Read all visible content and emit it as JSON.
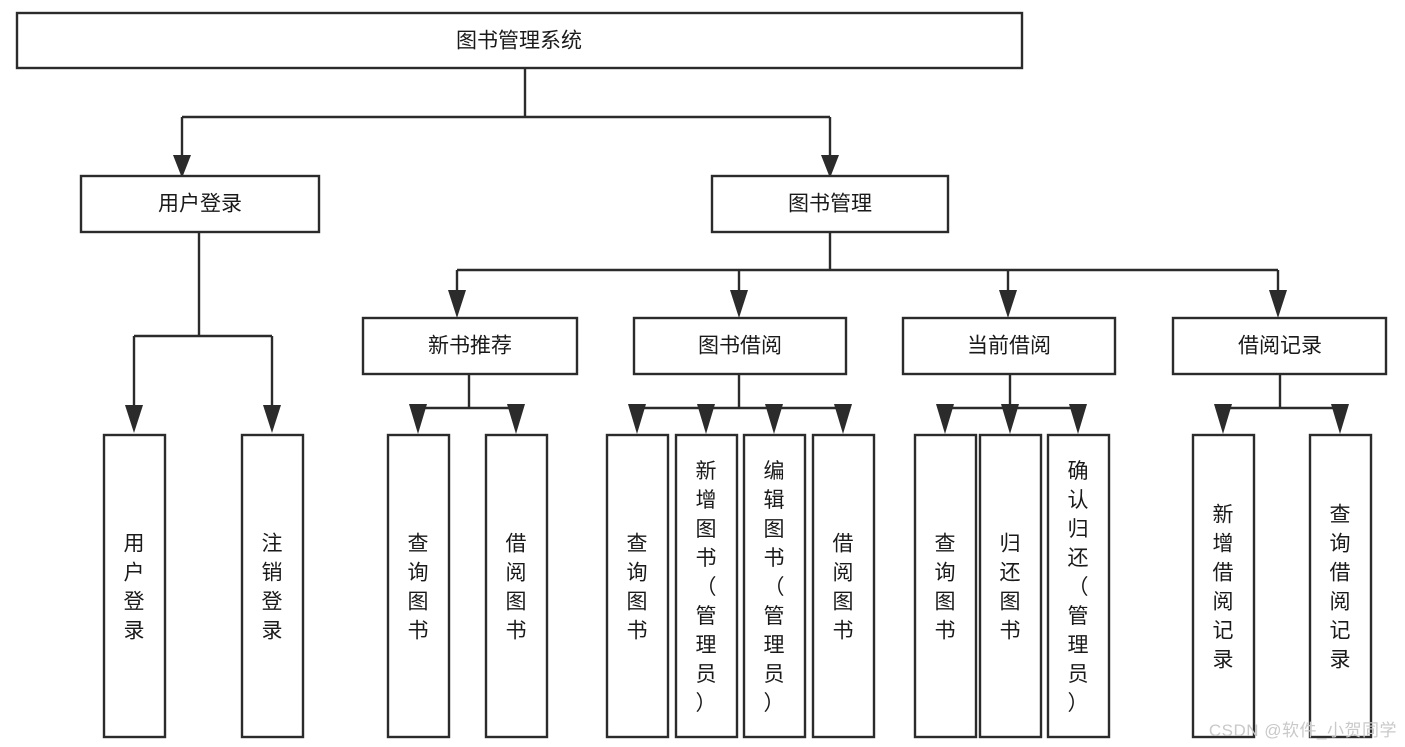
{
  "diagram": {
    "type": "tree-hierarchy-chart",
    "title": "图书管理系统",
    "watermark": "CSDN @软件_小贺同学",
    "colors": {
      "stroke": "#2b2b2b",
      "fill": "#ffffff",
      "text": "#1a1a1a",
      "watermark": "#c9c9c9"
    },
    "nodes": {
      "root": {
        "label": "图书管理系统",
        "level": 1
      },
      "user_login": {
        "label": "用户登录",
        "level": 2
      },
      "book_manage": {
        "label": "图书管理",
        "level": 2
      },
      "new_book_rec": {
        "label": "新书推荐",
        "level": 3
      },
      "book_borrow": {
        "label": "图书借阅",
        "level": 3
      },
      "current_borrow": {
        "label": "当前借阅",
        "level": 3
      },
      "borrow_record": {
        "label": "借阅记录",
        "level": 3
      },
      "leaf_user_login": {
        "label": "用户登录",
        "level": 3
      },
      "leaf_logout": {
        "label": "注销登录",
        "level": 3
      },
      "leaf_query_book_1": {
        "label": "查询图书",
        "level": 4
      },
      "leaf_borrow_book_1": {
        "label": "借阅图书",
        "level": 4
      },
      "leaf_query_book_2": {
        "label": "查询图书",
        "level": 4
      },
      "leaf_add_book": {
        "label": "新增图书（管理员）",
        "level": 4
      },
      "leaf_edit_book": {
        "label": "编辑图书（管理员）",
        "level": 4
      },
      "leaf_borrow_book_2": {
        "label": "借阅图书",
        "level": 4
      },
      "leaf_query_book_3": {
        "label": "查询图书",
        "level": 4
      },
      "leaf_return_book": {
        "label": "归还图书",
        "level": 4
      },
      "leaf_confirm_return": {
        "label": "确认归还（管理员）",
        "level": 4
      },
      "leaf_add_record": {
        "label": "新增借阅记录",
        "level": 4
      },
      "leaf_query_record": {
        "label": "查询借阅记录",
        "level": 4
      }
    },
    "edges": [
      {
        "from": "root",
        "to": "user_login"
      },
      {
        "from": "root",
        "to": "book_manage"
      },
      {
        "from": "user_login",
        "to": "leaf_user_login"
      },
      {
        "from": "user_login",
        "to": "leaf_logout"
      },
      {
        "from": "book_manage",
        "to": "new_book_rec"
      },
      {
        "from": "book_manage",
        "to": "book_borrow"
      },
      {
        "from": "book_manage",
        "to": "current_borrow"
      },
      {
        "from": "book_manage",
        "to": "borrow_record"
      },
      {
        "from": "new_book_rec",
        "to": "leaf_query_book_1"
      },
      {
        "from": "new_book_rec",
        "to": "leaf_borrow_book_1"
      },
      {
        "from": "book_borrow",
        "to": "leaf_query_book_2"
      },
      {
        "from": "book_borrow",
        "to": "leaf_add_book"
      },
      {
        "from": "book_borrow",
        "to": "leaf_edit_book"
      },
      {
        "from": "book_borrow",
        "to": "leaf_borrow_book_2"
      },
      {
        "from": "current_borrow",
        "to": "leaf_query_book_3"
      },
      {
        "from": "current_borrow",
        "to": "leaf_return_book"
      },
      {
        "from": "current_borrow",
        "to": "leaf_confirm_return"
      },
      {
        "from": "borrow_record",
        "to": "leaf_add_record"
      },
      {
        "from": "borrow_record",
        "to": "leaf_query_record"
      }
    ]
  }
}
